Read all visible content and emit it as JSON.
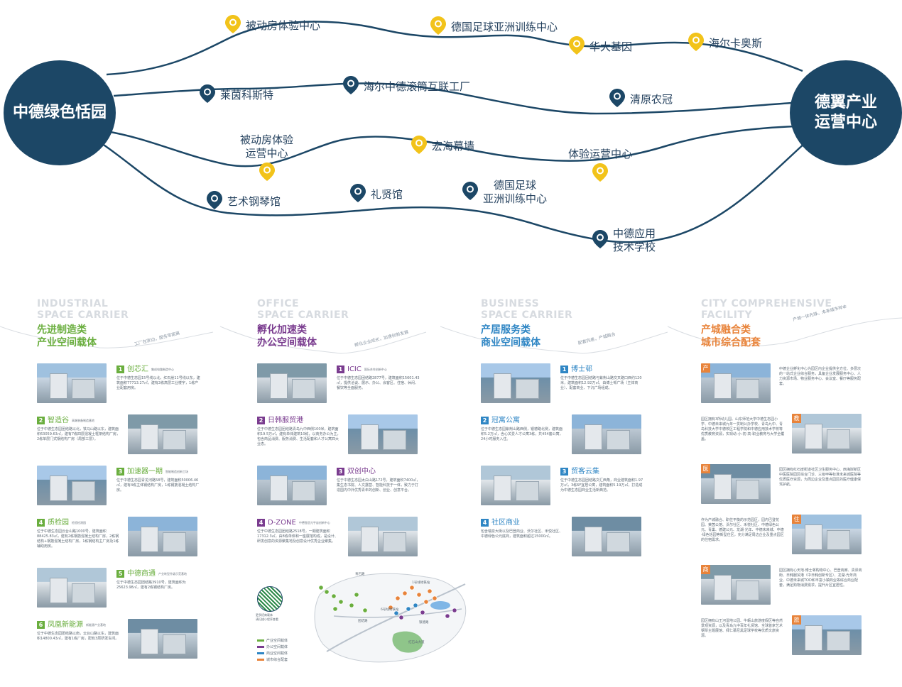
{
  "colors": {
    "navy": "#1c4766",
    "gold": "#f2c31a",
    "green": "#6aae3e",
    "purple": "#7a3c8f",
    "blue": "#2f86c4",
    "orange": "#e8833a"
  },
  "hubs": {
    "left": "中德绿色恬园",
    "right_line1": "德翼产业",
    "right_line2": "运营中心"
  },
  "route_stops": [
    {
      "label": "被动房体验中心",
      "color": "gold"
    },
    {
      "label": "德国足球亚洲训练中心",
      "color": "gold"
    },
    {
      "label": "华大基因",
      "color": "gold"
    },
    {
      "label": "海尔卡奥斯",
      "color": "gold"
    },
    {
      "label": "莱茵科斯特",
      "color": "navy"
    },
    {
      "label": "海尔中德滚筒互联工厂",
      "color": "navy"
    },
    {
      "label": "清原农冠",
      "color": "navy"
    },
    {
      "label": "被动房体验运营中心",
      "line1": "被动房体验",
      "line2": "运营中心",
      "color": "gold"
    },
    {
      "label": "宏海幕墙",
      "color": "gold"
    },
    {
      "label": "体验运营中心",
      "color": "gold"
    },
    {
      "label": "艺术钢琴馆",
      "color": "navy"
    },
    {
      "label": "礼贤馆",
      "color": "navy"
    },
    {
      "label": "德国足球亚洲训练中心",
      "line1": "德国足球",
      "line2": "亚洲训练中心",
      "color": "navy"
    },
    {
      "label": "中德应用技术学校",
      "line1": "中德应用",
      "line2": "技术学校",
      "color": "navy"
    }
  ],
  "panels": [
    {
      "en1": "INDUSTRIAL",
      "en2": "SPACE CARRIER",
      "cn1": "先进制造类",
      "cn2": "产业空间载体",
      "slogan": "工厂在家边，服务零距离",
      "color": "#6aae3e",
      "entries": [
        {
          "n": "1",
          "title": "创芯汇",
          "sub": "集成电路制造中心",
          "desc": "位于中德生态园15号线以北，红石崖11号线以东，建筑面积77713.27㎡，建有2栋高层工业楼宇，1栋产业配套用房。"
        },
        {
          "n": "2",
          "title": "智造谷",
          "sub": "高端装备制造基地",
          "desc": "位于中德生态园团结路以北，铁马山路以东，建筑面积63059.63㎡，建有7栋四层混凝土框架结构厂房，2栋单层门式钢结构厂房（局部三层）。"
        },
        {
          "n": "3",
          "title": "加速器一期",
          "sub": "智能制造创新工场",
          "desc": "位于中德生态园青龙河路58号，建筑面积50006.46㎡，建有4栋主体钢结构厂房，1栋钢筋混凝土结构厂房。"
        },
        {
          "n": "4",
          "title": "质检园",
          "sub": "检验检测园",
          "desc": "位于中德生态园云台山路1000号，建筑面积88425.83㎡，建有2栋钢筋混凝土结构厂房，2栋钢结构+钢筋混凝土结构厂房，1栋钢结构主厂房及1栋辅助用房。"
        },
        {
          "n": "5",
          "title": "中德商通",
          "sub": "产业转型升级示范基地",
          "desc": "位于中德生态园团结路3910号，建筑面积为25623.98㎡，建有2栋钢结构厂房。"
        },
        {
          "n": "6",
          "title": "凤凰新能源",
          "sub": "新能源产业基地",
          "desc": "位于中德生态园团结路以南，云台山路以东，建筑面积14800.43㎡，建有1栋厂房，配有3层研发车间。"
        }
      ]
    },
    {
      "en1": "OFFICE",
      "en2": "SPACE CARRIER",
      "cn1": "孵化加速类",
      "cn2": "办公空间载体",
      "slogan": "孵化企业成长，加速创新发展",
      "color": "#7a3c8f",
      "entries": [
        {
          "n": "1",
          "title": "ICIC",
          "sub": "国际合作创新中心",
          "desc": "位于中德生态园团结路2877号，建筑面积15601.43㎡，提供洽谈、展示、办公、会客区、住宿、休闲、餐饮等全面服务。"
        },
        {
          "n": "2",
          "title": "日韩服贸港",
          "sub": "",
          "desc": "位于中德生态园团结路青岛九中西侧100米，建筑面积19.5万㎡，建有单体建筑10栋，以商务办公为主，包含商品消费、服务消费、生活配套和人才公寓四大业态。"
        },
        {
          "n": "3",
          "title": "双创中心",
          "sub": "",
          "desc": "位于中德生态园太白山路172号，建筑面积7400㎡，集生态书院、人文露营、智能科技于一体，致力于打造国内中外优秀青年的创新、创业、创意平台。"
        },
        {
          "n": "4",
          "title": "D-ZONE",
          "sub": "中德智造元宇宙创新中心",
          "desc": "位于中德生态园团结路2518号，一期建筑面积17312.3㎡，由8栋单体和一座展馆构成，是设计、研发创意的资源聚集地及创意设计优秀企业聚集。"
        }
      ]
    },
    {
      "en1": "BUSINESS",
      "en2": "SPACE CARRIER",
      "cn1": "产居服务类",
      "cn2": "商业空间载体",
      "slogan": "配套完善，产城融合",
      "color": "#2f86c4",
      "entries": [
        {
          "n": "1",
          "title": "博士邨",
          "sub": "",
          "desc": "位于中德生态园团结路与紫荆山路交叉路口西约120米，建筑面积12.92万㎡，由博士邨广场（主体商业）、配套商业、下沉广场组成。"
        },
        {
          "n": "2",
          "title": "冠寓公寓",
          "sub": "",
          "desc": "位于中德生态园紫荆山路西侧，银德路北侧，建筑面积5.2万㎡，含心关爱人才公寓3栋，共454套公寓，24小时服务入住。"
        },
        {
          "n": "3",
          "title": "贸客云集",
          "sub": "",
          "desc": "位于中德生态园团结路文汇西角，商业建筑面积1.97万㎡，3栋6F宜居公寓，建筑面积5.19万㎡，打造成为中德生态园商业生活新典范。"
        },
        {
          "n": "4",
          "title": "社区商业",
          "sub": "",
          "desc": "包含瑞泉大街以及巴登商业、沃尔社区、禾悦社区、中德绿色公元底商，建筑面积超过15000㎡。"
        }
      ]
    },
    {
      "en1": "CITY COMPREHENSIVE",
      "en2": "FACILITY",
      "cn1": "产城融合类",
      "cn2": "城市综合配套",
      "slogan": "产城一体先锋，未来城市样本",
      "color": "#e8833a",
      "entries": [
        {
          "tag": "产",
          "desc": "中德企业孵化中心为园区内企业提供全方位、多层次的一站式企业综合服务，具备企业发展服务中心、人力资源市场、物业服务中心、会议室、餐厅等服务配套。"
        },
        {
          "tag": "教",
          "desc": "园区拥有3所幼儿园、山东师范大学中德生态园小学、中德未来城九年一贯制公办学校、青岛九中、青岛科技大学中德校区工程学院和中德应用技术学校等优质教育资源，实现幼-小-初-高-职业教育与大学全覆盖。"
        },
        {
          "tag": "医",
          "desc": "园区拥有红石崖街道社区卫生服务中心、西海岸新区中医医院园区综合门诊、三级甲等标准未来城医院等优质医疗资源，为周边企业及重点园区的医疗健康保驾护航。"
        },
        {
          "tag": "住",
          "desc": "作为产城融合、职住平衡的示范园区，园内巴登花园、莱茵公馆、沃尔社区、禾悦社区、中德绿色公元、青巢、德建公元、龙湖·光年、中德未来城、中德·绿色恬园等新型住区，充分满足周边企业及重点园区的住宿需求。"
        },
        {
          "tag": "商",
          "desc": "园区拥有心天地·博士邨购物中心、巴登商廊、贵泽商街、日韩服贸港（中日韩创新专区）、龙湖·光年商业、中德未来城TOD和丰富小镇商业等综合商业配套，满足购物消费需求，提升片区宜居性。"
        },
        {
          "tag": "旅",
          "desc": "园区拥有山王河湿地公园、牛蛎山旅游度假区等自然景观资源，以及青岛九中百年礼贤馆、全球首家艺术钢琴主题展馆、拜仁慕尼黑足球学校等优质文旅资源。"
        }
      ]
    }
  ],
  "map": {
    "labels": [
      "青石路",
      "1号线地铁站",
      "6号线地铁站",
      "团结路",
      "银德路",
      "红石山大道"
    ],
    "qr_caption1": "更多招商载体",
    "qr_caption2": "请扫描小程序查看",
    "legend": [
      {
        "label": "产业空间载体",
        "color": "#6aae3e"
      },
      {
        "label": "办公空间载体",
        "color": "#7a3c8f"
      },
      {
        "label": "商业空间载体",
        "color": "#2f86c4"
      },
      {
        "label": "城市综合配套",
        "color": "#e8833a"
      }
    ]
  }
}
